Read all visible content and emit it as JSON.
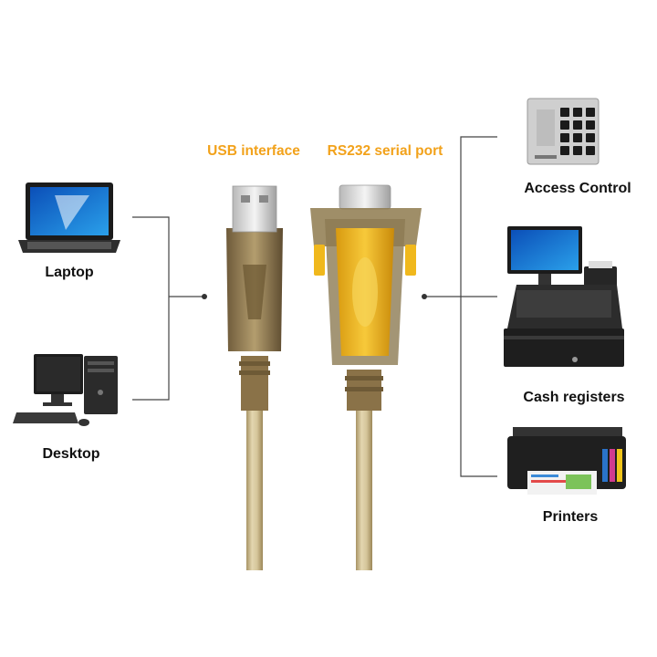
{
  "cable": {
    "usb_label": "USB interface",
    "serial_label": "RS232 serial port"
  },
  "left_devices": [
    {
      "label": "Laptop",
      "icon": "laptop-icon"
    },
    {
      "label": "Desktop",
      "icon": "desktop-icon"
    }
  ],
  "right_devices": [
    {
      "label": "Access Control",
      "icon": "keypad-icon"
    },
    {
      "label": "Cash registers",
      "icon": "cash-register-icon"
    },
    {
      "label": "Printers",
      "icon": "printer-icon"
    }
  ],
  "colors": {
    "accent": "#f2a21b",
    "connector_yellow": "#f0b81c",
    "cable_tan": "#c9b789",
    "line": "#444444"
  }
}
